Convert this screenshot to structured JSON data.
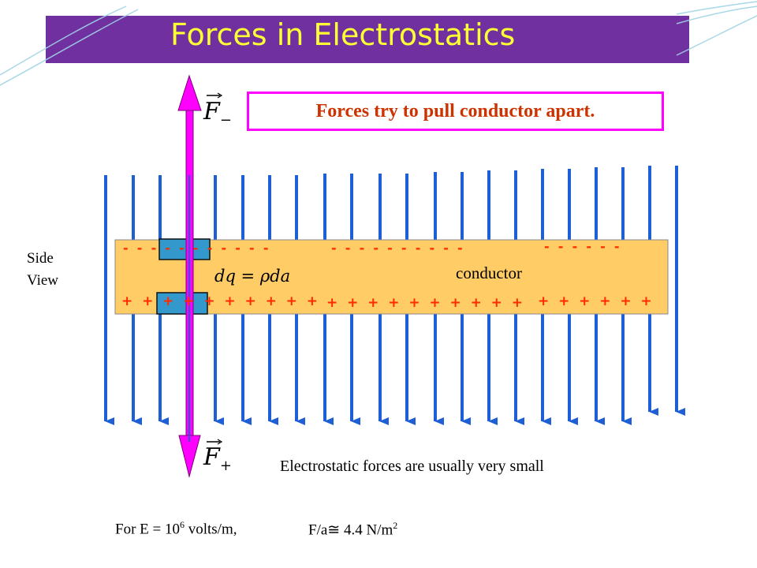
{
  "title": "Forces in Electrostatics",
  "callout": "Forces try to pull conductor apart.",
  "side_view_line1": "Side",
  "side_view_line2": "View",
  "conductor_label": "conductor",
  "dq_label": "dq = ρda",
  "f_minus_label": "F",
  "f_minus_sub": "−",
  "f_plus_label": "F",
  "f_plus_sub": "+",
  "note": "Electrostatic forces are usually very small",
  "eq1_prefix": "For E = 10",
  "eq1_sup": "6",
  "eq1_suffix": " volts/m,",
  "eq2_prefix": "F/a≅ 4.4 N/m",
  "eq2_sup": "2",
  "charges": {
    "neg_group1": "-  -  -  -  -  -  -  -  -  -  -",
    "neg_group2": "-  -  -  -  -  -  -  -  -  -",
    "neg_group3": "-  -  -  -  -  -",
    "pos_group1": "+  +  +  +  +  +  +  +  +  +",
    "pos_group2": "+  +  +  +  +  +  +  +  +  +",
    "pos_group3": "+  +  +  +  +  +"
  },
  "colors": {
    "title_bg": "#7030a0",
    "title_text": "#ffff33",
    "callout_border": "#ff00ff",
    "callout_text": "#cc3300",
    "conductor_fill": "#ffcc66",
    "field_line": "#1f5fd6",
    "force_arrow": "#ff00ff",
    "charge_element": "#3399cc",
    "charge_text": "#ff2a00"
  }
}
